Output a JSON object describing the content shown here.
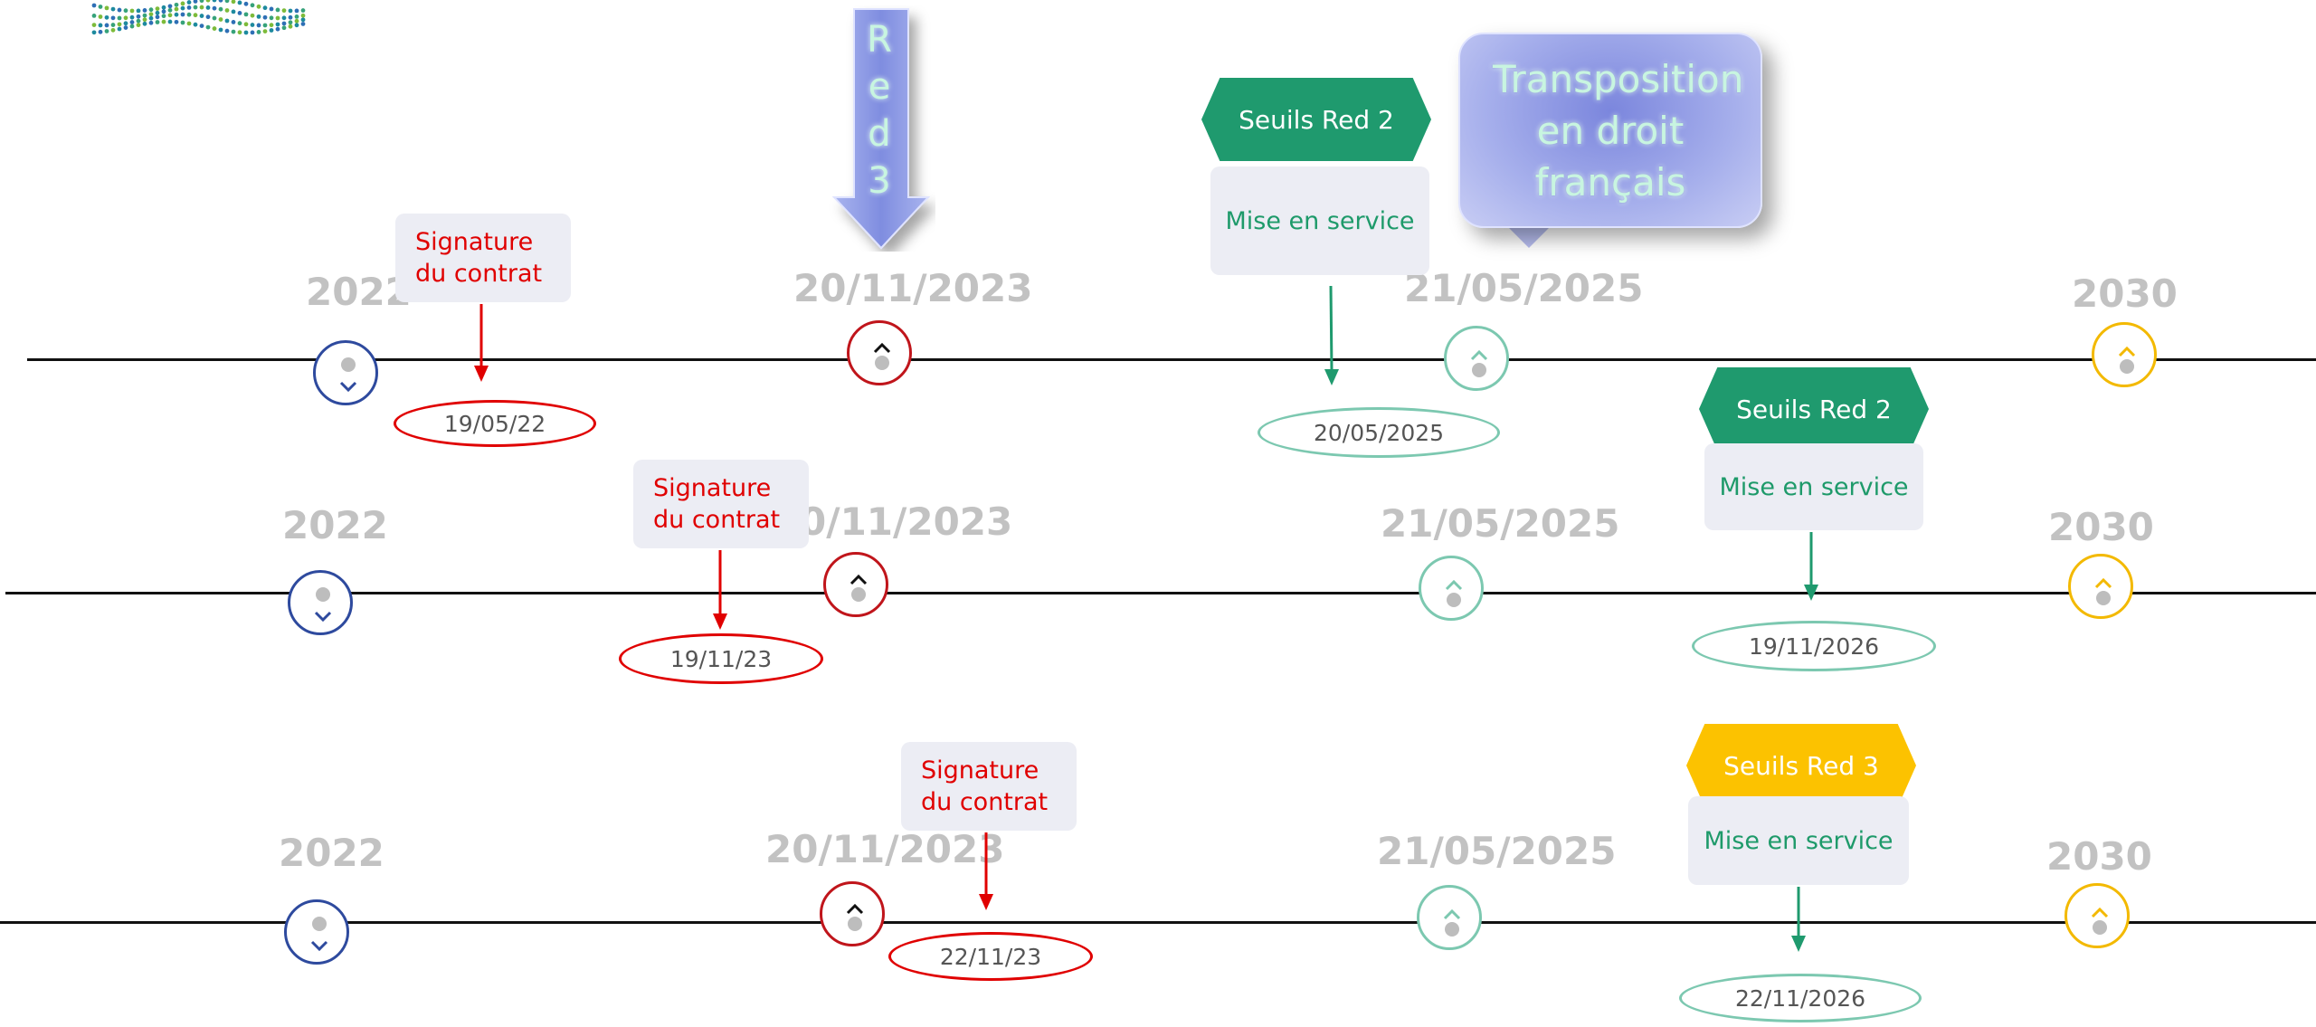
{
  "colors": {
    "blue": "#2e4a9e",
    "red": "#c0151b",
    "teal": "#7cc8b0",
    "yellow": "#f3b900",
    "green_hex": "#1f9a6e",
    "yellow_hex": "#fcc200",
    "red_text": "#e00000"
  },
  "banner": {
    "red3_letters": [
      "R",
      "e",
      "d",
      "3"
    ],
    "speech_bubble": "Transposition en droit français"
  },
  "rows": [
    {
      "years": [
        "2022",
        "20/11/2023",
        "21/05/2025",
        "2030"
      ],
      "signature": {
        "line1": "Signature",
        "line2": "du contrat",
        "date": "19/05/22"
      },
      "service": {
        "badge": "Seuils Red 2",
        "label": "Mise en service",
        "date": "20/05/2025"
      }
    },
    {
      "years": [
        "2022",
        "0/11/2023",
        "21/05/2025",
        "2030"
      ],
      "signature": {
        "line1": "Signature",
        "line2": "du contrat",
        "date": "19/11/23"
      },
      "service": {
        "badge": "Seuils Red 2",
        "label": "Mise en service",
        "date": "19/11/2026"
      }
    },
    {
      "years": [
        "2022",
        "20/11/2023",
        "21/05/2025",
        "2030"
      ],
      "signature": {
        "line1": "Signature",
        "line2": "du contrat",
        "date": "22/11/23"
      },
      "service": {
        "badge": "Seuils Red 3",
        "label": "Mise en service",
        "date": "22/11/2026"
      }
    }
  ],
  "icons": {
    "marker_down": "chevron-down-icon",
    "marker_up": "chevron-up-icon",
    "logo": "dotted-wave-logo"
  }
}
